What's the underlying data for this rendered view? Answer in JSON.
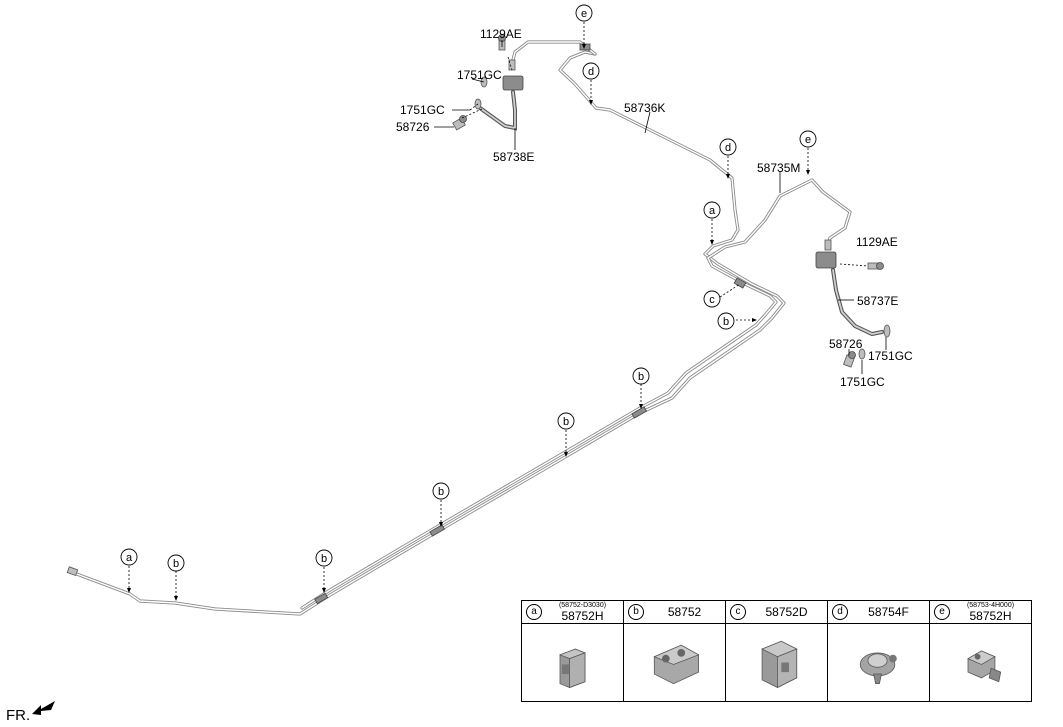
{
  "callouts": {
    "a": "a",
    "b": "b",
    "c": "c",
    "d": "d",
    "e": "e"
  },
  "labels": {
    "p1129ae_top": "1129AE",
    "p1751gc_top1": "1751GC",
    "p1751gc_top2": "1751GC",
    "p58726_top": "58726",
    "p58738e": "58738E",
    "p58736k": "58736K",
    "p58735m": "58735M",
    "p1129ae_right": "1129AE",
    "p58737e": "58737E",
    "p58726_right": "58726",
    "p1751gc_right1": "1751GC",
    "p1751gc_right2": "1751GC"
  },
  "legend": [
    {
      "letter": "a",
      "sub": "(58752-D3030)",
      "part": "58752H"
    },
    {
      "letter": "b",
      "sub": "",
      "part": "58752"
    },
    {
      "letter": "c",
      "sub": "",
      "part": "58752D"
    },
    {
      "letter": "d",
      "sub": "",
      "part": "58754F"
    },
    {
      "letter": "e",
      "sub": "(58753-4H000)",
      "part": "58752H"
    }
  ],
  "direction": {
    "text": "FR.",
    "icon": "front-arrow-icon"
  }
}
